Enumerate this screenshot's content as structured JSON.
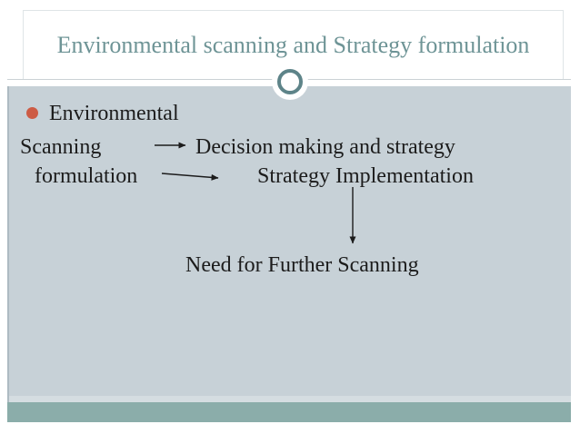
{
  "slide": {
    "title": "Environmental scanning and Strategy formulation",
    "bullet_item": "Environmental",
    "flow": {
      "scanning": "Scanning",
      "decision": "Decision making and strategy",
      "formulation": "formulation",
      "implementation": "Strategy Implementation",
      "need_further": "Need for Further Scanning"
    },
    "arrows": [
      {
        "from": "Scanning",
        "to": "Decision making and strategy formulation",
        "direction": "right"
      },
      {
        "from": "formulation",
        "to": "Strategy Implementation",
        "direction": "right"
      },
      {
        "from": "Strategy Implementation",
        "to": "Need for Further Scanning",
        "direction": "down"
      }
    ]
  },
  "colors": {
    "title_text": "#6e9496",
    "body_background": "#c7d1d7",
    "accent_bar": "#8badaa",
    "bullet": "#cd5c45",
    "content_text": "#1c1c1c",
    "ornament_ring": "#5e8489"
  }
}
